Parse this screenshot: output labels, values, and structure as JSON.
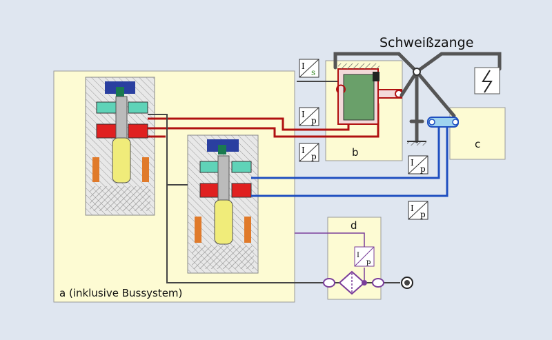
{
  "title": "Schweißzange",
  "blocks": {
    "a": "a (inklusive Bussystem)",
    "b": "b",
    "c": "c",
    "d": "d"
  },
  "sensors": {
    "ls": {
      "i": "I",
      "sub": "s"
    },
    "lp1": {
      "i": "I",
      "sub": "p"
    },
    "lp2": {
      "i": "I",
      "sub": "p"
    },
    "lp3": {
      "i": "I",
      "sub": "p"
    },
    "lp4": {
      "i": "I",
      "sub": "p"
    },
    "lp5": {
      "i": "I",
      "sub": "p"
    }
  },
  "colors": {
    "background": "#dfe6f0",
    "panel": "#fdfbd3",
    "pneumatic_red": "#b01010",
    "pneumatic_blue": "#1f4fc0",
    "signal_purple": "#7a3d9a",
    "mechanic_gray": "#555555"
  }
}
